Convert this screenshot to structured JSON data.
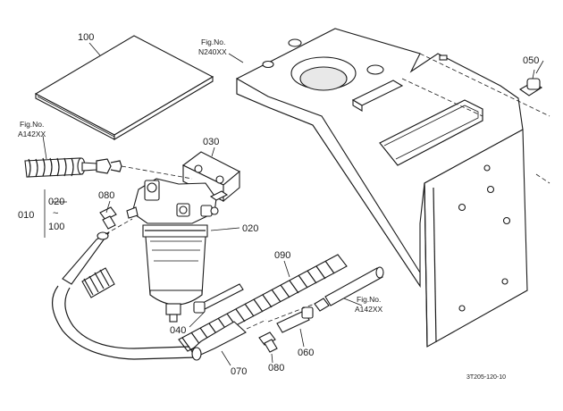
{
  "parts": [
    {
      "key": "p100",
      "number": "100"
    },
    {
      "key": "p050",
      "number": "050"
    },
    {
      "key": "p030",
      "number": "030"
    },
    {
      "key": "p080a",
      "number": "080"
    },
    {
      "key": "p020a",
      "number": "020"
    },
    {
      "key": "p010",
      "number": "010"
    },
    {
      "key": "tilde",
      "number": "~"
    },
    {
      "key": "p100b",
      "number": "100"
    },
    {
      "key": "p020b",
      "number": "020"
    },
    {
      "key": "p090",
      "number": "090"
    },
    {
      "key": "p040",
      "number": "040"
    },
    {
      "key": "p060",
      "number": "060"
    },
    {
      "key": "p080b",
      "number": "080"
    },
    {
      "key": "p070",
      "number": "070"
    }
  ],
  "figure_refs": [
    {
      "key": "ref1",
      "label": "Fig.No.",
      "code": "N240XX"
    },
    {
      "key": "ref2",
      "label": "Fig.No.",
      "code": "A142XX"
    },
    {
      "key": "ref3",
      "label": "Fig.No.",
      "code": "A142XX"
    }
  ],
  "drawing_code": "3T205-120-10"
}
